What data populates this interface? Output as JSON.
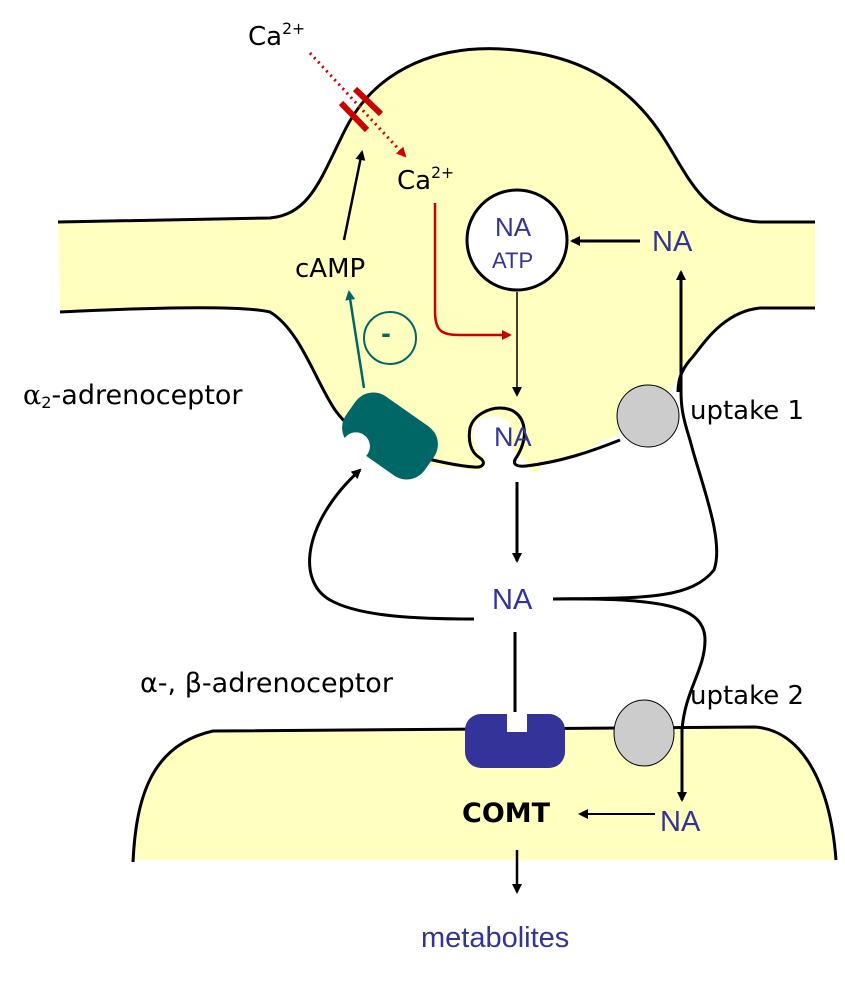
{
  "colors": {
    "cell_fill": "#ffffc0",
    "outline": "#000000",
    "na_text": "#333399",
    "calcium_path": "#cc0000",
    "alpha2_receptor": "#006666",
    "postsynaptic_receptor": "#333399",
    "transporter": "#cccccc"
  },
  "labels": {
    "ca_outside": "Ca",
    "ca_outside_sup": "2+",
    "ca_inside": "Ca",
    "ca_inside_sup": "2+",
    "camp": "cAMP",
    "inhibition_sign": "-",
    "vesicle_na": "NA",
    "vesicle_atp": "ATP",
    "cytosol_na": "NA",
    "fusing_vesicle_na": "NA",
    "alpha2_greek": "α",
    "alpha2_sub": "2",
    "alpha2_rest": "-adrenoceptor",
    "uptake1": "uptake 1",
    "synaptic_na": "NA",
    "post_receptor": "α-, β-adrenoceptor",
    "uptake2": "uptake 2",
    "comt": "COMT",
    "post_na": "NA",
    "metabolites": "metabolites"
  }
}
